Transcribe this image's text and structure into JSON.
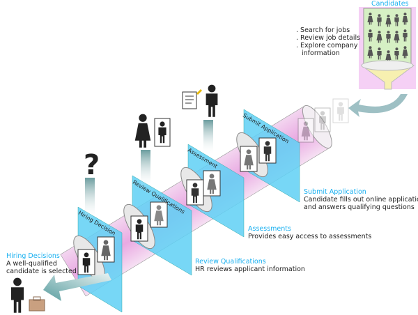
{
  "candidates": {
    "title": "Candidates",
    "bullets": [
      ". Search for jobs",
      ". Review job details",
      ". Explore company",
      "  information"
    ]
  },
  "stages": [
    {
      "panel_label": "Submit Application",
      "title": "Submit Application",
      "desc": [
        "Candidate fills out online application",
        "and answers qualifying questions"
      ]
    },
    {
      "panel_label": "Assessment",
      "title": "Assessments",
      "desc": [
        "Provides easy access to assessments"
      ]
    },
    {
      "panel_label": "Review Qualifications",
      "title": "Review Qualifications",
      "desc": [
        "HR reviews applicant information"
      ]
    },
    {
      "panel_label": "Hiring Decision",
      "title": "Hiring Decisions",
      "desc": [
        "A well-qualified",
        "candidate is selected"
      ]
    }
  ],
  "colors": {
    "accent": "#1ab0f0",
    "panel": "#5fd0f5",
    "tube": "#f0c8ec",
    "funnel_bg": "#f5d0f5",
    "crowd_bg": "#d6f0c4"
  }
}
